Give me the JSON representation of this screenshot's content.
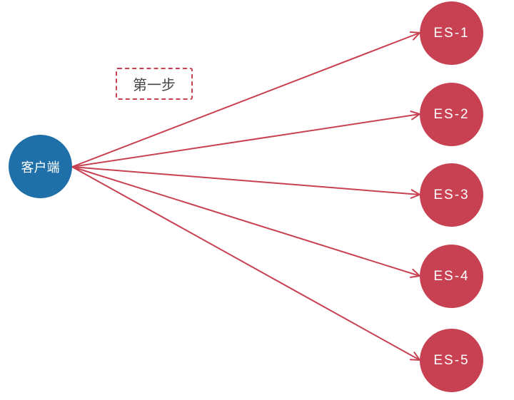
{
  "client": {
    "label": "客户端"
  },
  "step": {
    "label": "第一步"
  },
  "servers": [
    {
      "label": "ES-1"
    },
    {
      "label": "ES-2"
    },
    {
      "label": "ES-3"
    },
    {
      "label": "ES-4"
    },
    {
      "label": "ES-5"
    }
  ],
  "colors": {
    "client": "#1f70a9",
    "server": "#c84152",
    "edge": "#c84152"
  }
}
